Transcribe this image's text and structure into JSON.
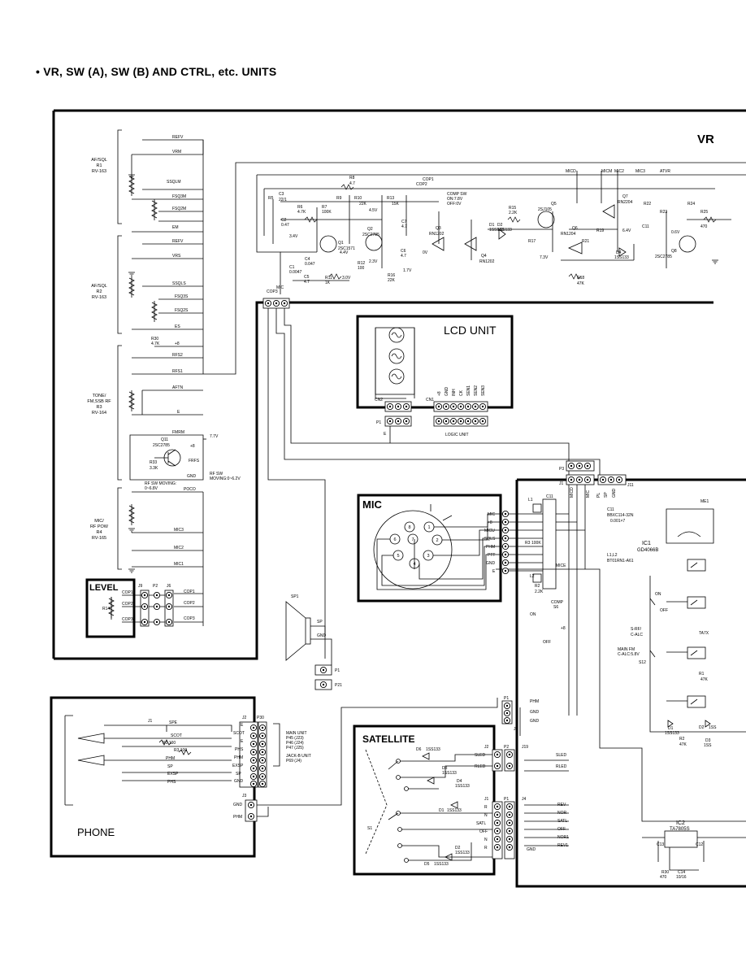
{
  "page": {
    "title": "• VR, SW (A), SW (B) AND CTRL, etc. UNITS"
  },
  "units": {
    "vr": "VR",
    "level": "LEVEL",
    "lcd": "LCD UNIT",
    "mic": "MIC",
    "phone": "PHONE",
    "satellite": "SATELLITE"
  },
  "controls": {
    "r1": [
      "AF/SQL",
      "R1",
      "RV-163"
    ],
    "r2": [
      "AF/SQL",
      "R2",
      "RV-163"
    ],
    "r3": [
      "TONE/",
      "FM,SSB RF",
      "R3",
      "RV-164"
    ],
    "r4": [
      "MIC/",
      "RF POW",
      "R4",
      "RV-165"
    ],
    "r1_pins": [
      "REFV",
      "VRM",
      "SSQLM",
      "FSQ3M",
      "FSQ2M",
      "EM"
    ],
    "r2_pins": [
      "REFV",
      "VRS",
      "SSQLS",
      "FSQ3S",
      "FSQ2S",
      "ES"
    ],
    "r3_pins": [
      "R30",
      "4.7K",
      "+8",
      "RFS2",
      "RFS1",
      "AFTN",
      "E"
    ],
    "r4_pins": [
      "POCO",
      "MIC3",
      "MIC2",
      "MIC1"
    ]
  },
  "left_panel": {
    "q11": [
      "FMRM",
      "Q11",
      "2SC2785",
      "+8",
      "7.7V",
      "R33",
      "3.3K",
      "FRFS",
      "GND",
      "RF SW",
      "MOVING:0~6.2V",
      "RF SW MOVING:",
      "0~6.8V"
    ],
    "level_pins": [
      "COP1",
      "COP2",
      "COP3"
    ],
    "level_conn": [
      "J9",
      "P2",
      "J6",
      "R14"
    ]
  },
  "top_circuit": {
    "labels": [
      "R5",
      "R6",
      "4.7K",
      "R7",
      "100K",
      "R8",
      "4.7",
      "R9",
      "R10",
      "22K",
      "R13",
      "15K",
      "C3",
      "22/1",
      "C2",
      "0.47",
      "C4",
      "0.047",
      "C5",
      "4.7",
      "C6",
      "4.7",
      "C7",
      "4.7",
      "C1",
      "0.0047",
      "R11",
      "1K",
      "R12",
      "100",
      "R16",
      "22K",
      "R15",
      "2.2K",
      "3.4V",
      "4.4V",
      "4.5V",
      "2.3V",
      "3.0V",
      "1.7V",
      "0V",
      "Q1",
      "2SC1571",
      "Q2",
      "2SC2785",
      "Q3",
      "RN1202",
      "Q4",
      "RN1202",
      "Q5",
      "2SJ105",
      "Q6",
      "RN1204",
      "Q7",
      "RN2204",
      "Q8",
      "2SC2785",
      "D1",
      "1SS133",
      "D2",
      "1SS133",
      "D4",
      "1SS133",
      "R17",
      "R18",
      "47K",
      "R19",
      "R21",
      "R22",
      "R23",
      "R24",
      "R25",
      "470",
      "C11",
      "6.4V",
      "7.3V",
      "0.6V",
      "COMP SW",
      "ON:7.8V",
      "OFF:0V",
      "COP3",
      "COP2",
      "COP1",
      "MIC",
      "MICD",
      "MIC2",
      "MIC3",
      "ATVR",
      "MICM"
    ]
  },
  "lcd_unit": {
    "cn1_pins": [
      "+8",
      "GND",
      "INH",
      "CK",
      "SEN1",
      "SEN2",
      "SEN3"
    ],
    "cn2": "CN2",
    "cn1": "CN1",
    "p1": "P1",
    "e": "E",
    "logic": "LOGIC UNIT"
  },
  "middle": {
    "labels": [
      "P3",
      "J1",
      "J11",
      "MICE",
      "MICD",
      "MIC",
      "PL",
      "SP",
      "GND",
      "L1",
      "C11",
      "ME1",
      "C11",
      "BBXC114-32N",
      "0.001×7",
      "L1,L2",
      "BT01RN1-A61",
      "COMP",
      "S6",
      "ON",
      "OFF",
      "+8",
      "R3",
      "100K",
      "L2",
      "R2",
      "2.2K",
      "IC1",
      "GD4066B",
      "ON",
      "OFF",
      "S-RF/",
      "C-ALC",
      "MAIN FM",
      "C-ALC:5.8V",
      "S12",
      "TA7X",
      "R1",
      "47K",
      "D1",
      "1SS133",
      "R2",
      "47K",
      "D2",
      "1SS",
      "D3",
      "1SS",
      "IC2",
      "TA7805S",
      "C13",
      "C12",
      "R30",
      "470",
      "C14",
      "10/16"
    ]
  },
  "mic": {
    "pins": [
      "MIC",
      "+8",
      "MICU",
      "SQLS",
      "PHM",
      "PTT",
      "GND",
      "E"
    ],
    "pin_numbers": [
      "1",
      "2",
      "3",
      "4",
      "5",
      "6",
      "7",
      "8"
    ]
  },
  "speaker": {
    "sp1": "SP1",
    "sp": "SP",
    "gnd": "GND",
    "p1": "P1",
    "p21": "P21"
  },
  "phone": {
    "jack_pins": [
      "SPE",
      "SCOT",
      "R1 100",
      "R3 100",
      "PHM",
      "SP",
      "EXSP",
      "PHS"
    ],
    "j1": "J1",
    "j2": "J2",
    "j3": "J3",
    "p30": "P30",
    "j2_pins": [
      "E",
      "SCOT",
      "E",
      "PHS",
      "PHM",
      "EXSP",
      "SP",
      "GND"
    ],
    "j3_pins": [
      "GND",
      "PHM"
    ],
    "note": [
      "MAIN UNIT",
      "P45 (J23)",
      "P46 (J24)",
      "P47 (J25)",
      "JACK-B UNIT",
      "P69 (J4)"
    ]
  },
  "satellite": {
    "labels": [
      "D6",
      "1SS133",
      "D3",
      "1SS133",
      "D4",
      "1SS133",
      "D1",
      "1SS133",
      "D2",
      "1SS133",
      "D5",
      "1SS133",
      "S1",
      "J2",
      "P2",
      "J19",
      "J1",
      "P1",
      "J4",
      "P1",
      "J5"
    ],
    "j2_pins": [
      "SLED",
      "RLED"
    ],
    "j1_pins": [
      "R",
      "N",
      "SATL",
      "OFF",
      "N",
      "R"
    ],
    "j4_pins": [
      "REV",
      "NOR",
      "SATL",
      "OFF",
      "NOR1",
      "REV1",
      "GND"
    ],
    "p1_pins": [
      "PHM",
      "GND",
      "GND"
    ]
  }
}
